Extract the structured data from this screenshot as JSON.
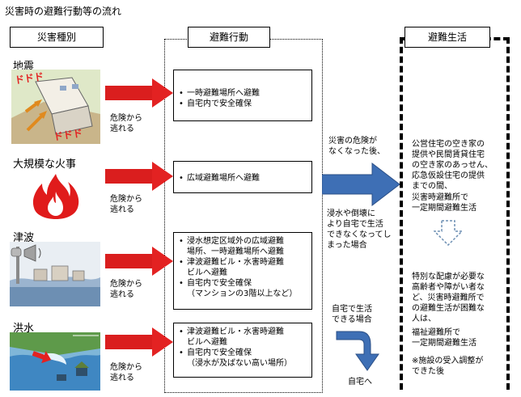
{
  "title": "災害時の避難行動等の流れ",
  "headers": {
    "disaster_type": "災害種別",
    "evacuation_action": "避難行動",
    "evacuation_life": "避難生活"
  },
  "rows": [
    {
      "name": "地震",
      "arrow_label": [
        "危険から",
        "逃れる"
      ],
      "actions": [
        {
          "text": "一時避難場所へ避難",
          "bullet": true
        },
        {
          "text": "自宅内で安全確保",
          "bullet": true
        }
      ]
    },
    {
      "name": "大規模な火事",
      "arrow_label": [
        "危険から",
        "逃れる"
      ],
      "actions": [
        {
          "text": "広域避難場所へ避難",
          "bullet": true
        }
      ]
    },
    {
      "name": "津波",
      "arrow_label": [
        "危険から",
        "逃れる"
      ],
      "actions": [
        {
          "text": "浸水想定区域外の広域避難",
          "bullet": true
        },
        {
          "text": "場所、一時避難場所へ避難",
          "bullet": false
        },
        {
          "text": "津波避難ビル・水害時避難",
          "bullet": true
        },
        {
          "text": "ビルへ避難",
          "bullet": false
        },
        {
          "text": "自宅内で安全確保",
          "bullet": true
        },
        {
          "text": "（マンションの3階以上など）",
          "bullet": false
        }
      ]
    },
    {
      "name": "洪水",
      "arrow_label": [
        "危険から",
        "逃れる"
      ],
      "actions": [
        {
          "text": "津波避難ビル・水害時避難",
          "bullet": true
        },
        {
          "text": "ビルへ避難",
          "bullet": false
        },
        {
          "text": "自宅内で安全確保",
          "bullet": true
        },
        {
          "text": "（浸水が及ばない高い場所）",
          "bullet": false
        }
      ]
    }
  ],
  "middle_texts": {
    "danger_gone": [
      "災害の危険が",
      "なくなった後、"
    ],
    "no_home": [
      "浸水や倒壊に",
      "より自宅で生活",
      "できなくなってし",
      "まった場合"
    ],
    "can_live_home": [
      "自宅で生活",
      "できる場合"
    ],
    "to_home": "自宅へ"
  },
  "life_texts": {
    "housing": [
      "公営住宅の空き家の",
      "提供や民間賃貸住宅",
      "の空き家のあっせん、",
      "応急仮設住宅の提供",
      "までの間、"
    ],
    "shelter_stay": [
      "災害時避難所で",
      "一定期間避難生活"
    ],
    "special_care": [
      "特別な配慮が必要な",
      "高齢者や障がい者な",
      "ど、災害時避難所で",
      "の避難生活が困難な",
      "人は、"
    ],
    "welfare_stay": [
      "福祉避難所で",
      "一定期間避難生活"
    ],
    "note": [
      "※施設の受入調整が",
      "できた後"
    ]
  },
  "illustration_text": {
    "quake_sfx": "ドドド"
  },
  "colors": {
    "red_arrow": "#e32222",
    "blue_arrow": "#3e6fb5",
    "fire": "#e01b1b"
  }
}
